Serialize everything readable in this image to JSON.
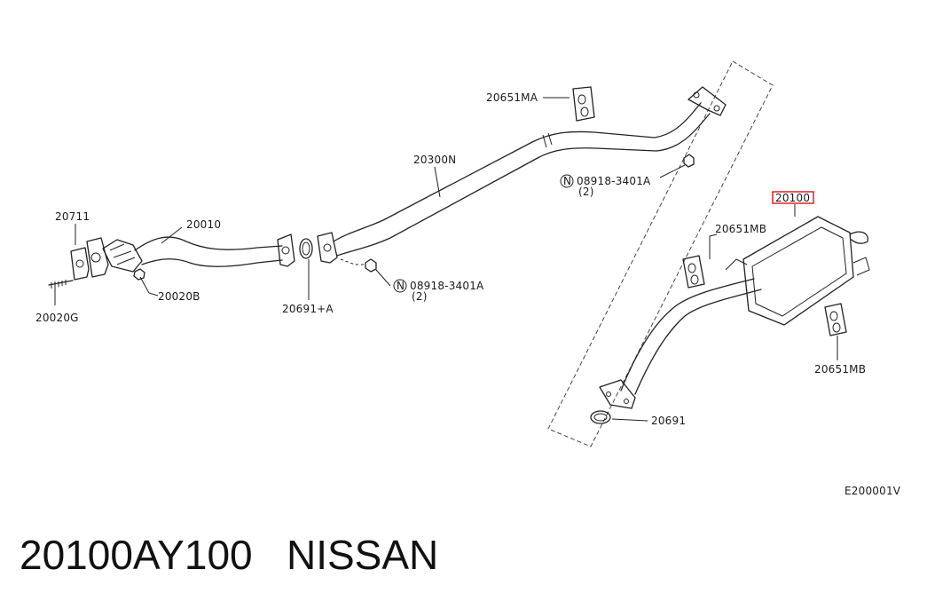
{
  "diagram": {
    "callouts": {
      "c20711": "20711",
      "c20010": "20010",
      "c20020B": "20020B",
      "c20020G": "20020G",
      "c20691A": "20691+A",
      "c20300N": "20300N",
      "c20651MA": "20651MA",
      "c08918_upper": "08918-3401A",
      "c08918_upper_qty": "(2)",
      "c08918_lower": "08918-3401A",
      "c08918_lower_qty": "(2)",
      "nut_marker": "N",
      "c20100": "20100",
      "c20651MB_upper": "20651MB",
      "c20651MB_lower": "20651MB",
      "c20691": "20691"
    },
    "figure_code": "E200001V",
    "highlight_color": "#e0101a"
  },
  "footer": {
    "part_number": "20100AY100",
    "brand": "NISSAN"
  }
}
